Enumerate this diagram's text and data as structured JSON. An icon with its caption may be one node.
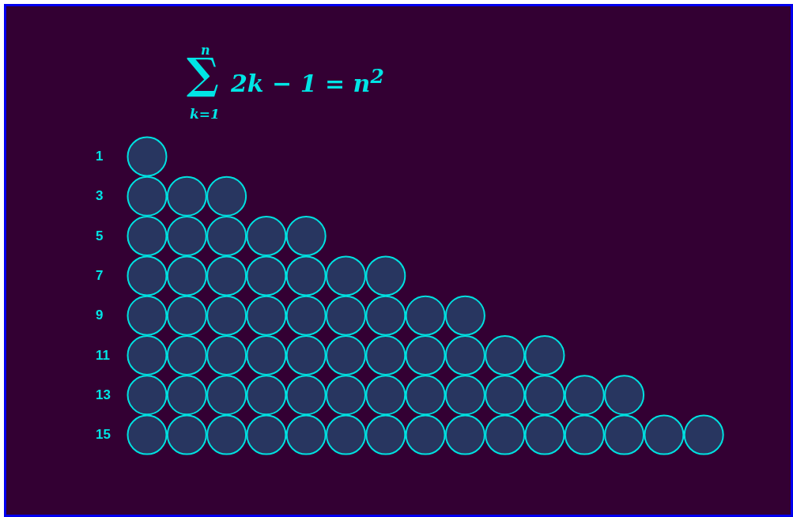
{
  "diagram": {
    "labels": [
      "n",
      "∑",
      "k=1",
      "2k − 1 = n$^{2}$",
      "1",
      "3",
      "5",
      "7",
      "9",
      "11",
      "13",
      "15"
    ]
  }
}
